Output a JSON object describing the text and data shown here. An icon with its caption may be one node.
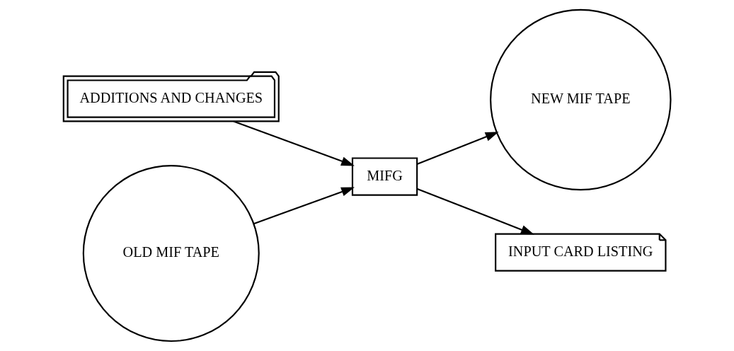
{
  "diagram": {
    "nodes": [
      {
        "text": [
          "ADDITIONS AND CHANGES"
        ]
      },
      {
        "text": [
          "MIFG"
        ]
      },
      {
        "text": [
          "NEW MIF TAPE"
        ]
      },
      {
        "text": [
          "OLD MIF TAPE"
        ]
      },
      {
        "text": [
          "INPUT CARD LISTING"
        ]
      }
    ],
    "edges": [
      {
        "from": 0,
        "to": 1,
        "arrow": "to"
      },
      {
        "from": 3,
        "to": 1,
        "arrow": "to"
      },
      {
        "from": 1,
        "to": 2,
        "arrow": "to"
      },
      {
        "from": 1,
        "to": 4,
        "arrow": "to"
      }
    ]
  }
}
